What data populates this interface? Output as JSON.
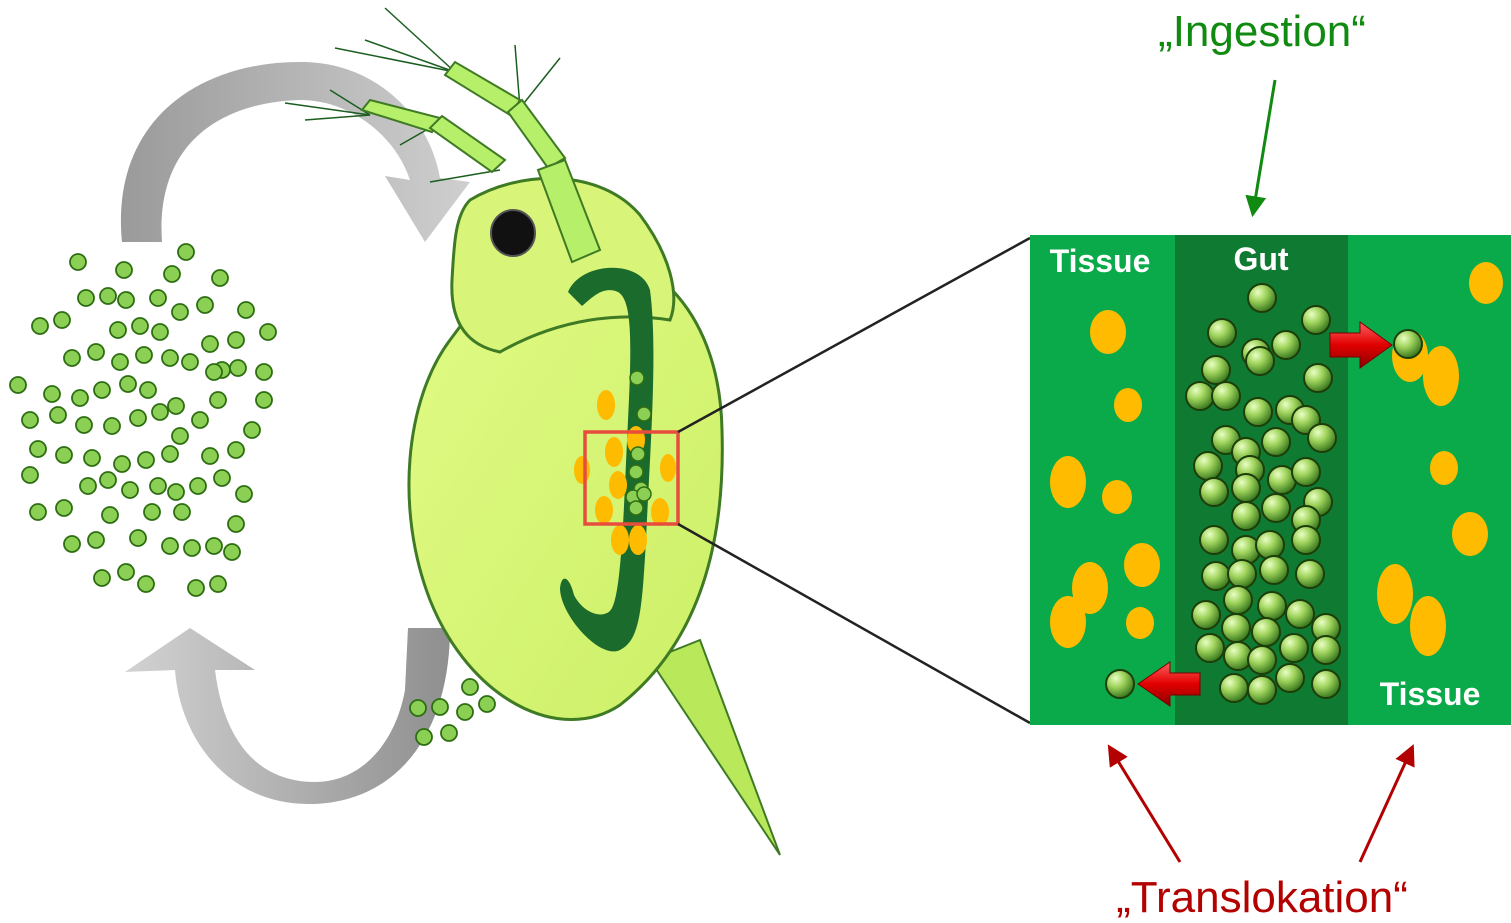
{
  "labels": {
    "ingestion": "„Ingestion“",
    "translocation": "„Translokation“",
    "gut": "Gut",
    "tissue_left": "Tissue",
    "tissue_right": "Tissue"
  },
  "colors": {
    "ingestion_text": "#118a11",
    "translocation_text": "#b30000",
    "body_fill": "#d8f57a",
    "body_stroke": "#3f7a24",
    "gut_dark": "#1a6b2c",
    "tissue_bg": "#0aaa4a",
    "gut_bg": "#0f7a32",
    "lipid": "#ffbb00",
    "particle": "#8ccf55",
    "magnifier_frame": "#e84c3d",
    "cycle_arrow": "#a8a8a8",
    "red_arrow": "#d60000"
  },
  "icons": {
    "cycle_top": "curved-arrow-icon",
    "cycle_bottom": "curved-arrow-icon",
    "translocation_arrow": "red-arrow-icon"
  }
}
